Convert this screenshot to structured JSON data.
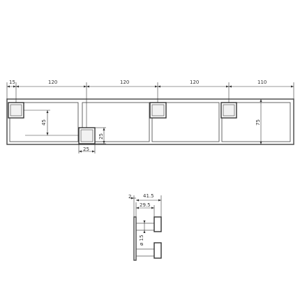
{
  "front_view": {
    "dimensions_top": {
      "d1": "15",
      "d2": "120",
      "d3": "120",
      "d4": "120",
      "d5": "110"
    },
    "dim_vertical_offset": "45",
    "dim_knob_height": "25",
    "dim_knob_width": "25",
    "dim_total_height": "75"
  },
  "side_view": {
    "dim_backplate": "2",
    "dim_outer_depth": "41.5",
    "dim_inner_depth": "29.5",
    "dim_diameter": "ø 15"
  }
}
